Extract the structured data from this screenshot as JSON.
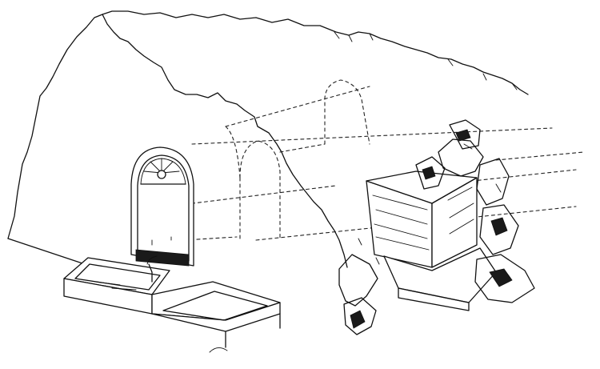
{
  "figure": {
    "stroke_color": "#111111",
    "background_color": "#ffffff",
    "elements": [
      "rock-mound-outline",
      "arched-window-with-fanlight",
      "hidden-vault-tunnel-dashed",
      "stone-tomb-block",
      "water-trough-with-spout",
      "second-trough-basin",
      "rubble-rocks"
    ]
  }
}
